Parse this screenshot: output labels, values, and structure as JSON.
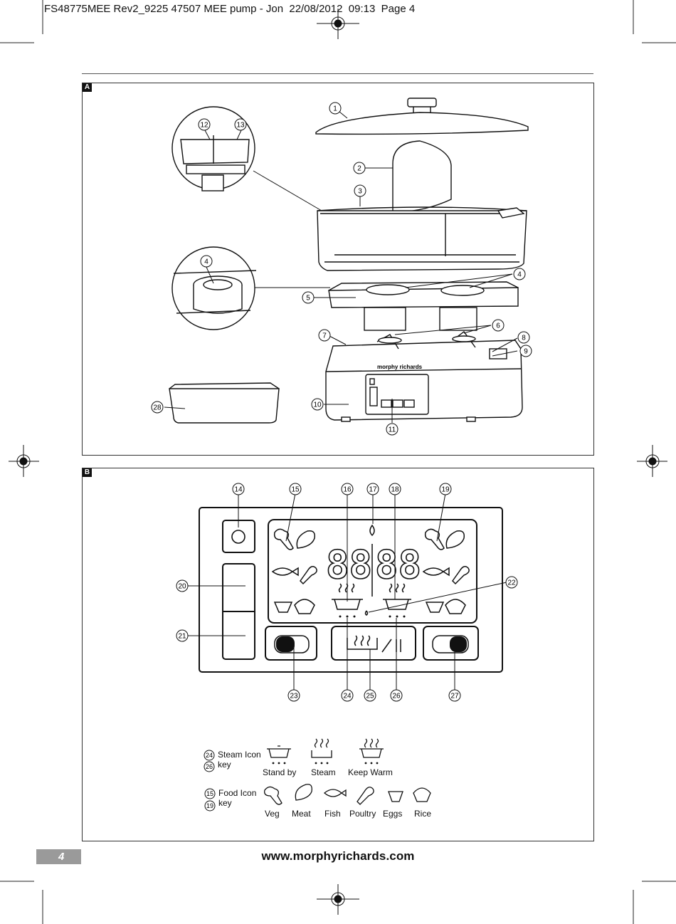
{
  "header": {
    "text": "FS48775MEE Rev2_9225 47507 MEE pump - Jon  22/08/2012  09:13  Page 4"
  },
  "panels": {
    "a_label": "A",
    "b_label": "B"
  },
  "callouts_a": [
    "1",
    "2",
    "3",
    "4",
    "4",
    "5",
    "6",
    "7",
    "8",
    "9",
    "10",
    "11",
    "12",
    "13",
    "28"
  ],
  "callouts_b": [
    "14",
    "15",
    "16",
    "17",
    "18",
    "19",
    "20",
    "21",
    "22",
    "23",
    "24",
    "25",
    "26",
    "27"
  ],
  "appliance": {
    "brand": "morphy richards"
  },
  "display": {
    "left_digits": "88",
    "right_digits": "88"
  },
  "steam_key": {
    "numbers": [
      "24",
      "26"
    ],
    "title_line1": "Steam Icon",
    "title_line2": "key",
    "items": [
      "Stand by",
      "Steam",
      "Keep Warm"
    ]
  },
  "food_key": {
    "numbers": [
      "15",
      "19"
    ],
    "title_line1": "Food Icon",
    "title_line2": "key",
    "items": [
      "Veg",
      "Meat",
      "Fish",
      "Poultry",
      "Eggs",
      "Rice"
    ]
  },
  "footer": {
    "page_number": "4",
    "url": "www.morphyrichards.com"
  }
}
